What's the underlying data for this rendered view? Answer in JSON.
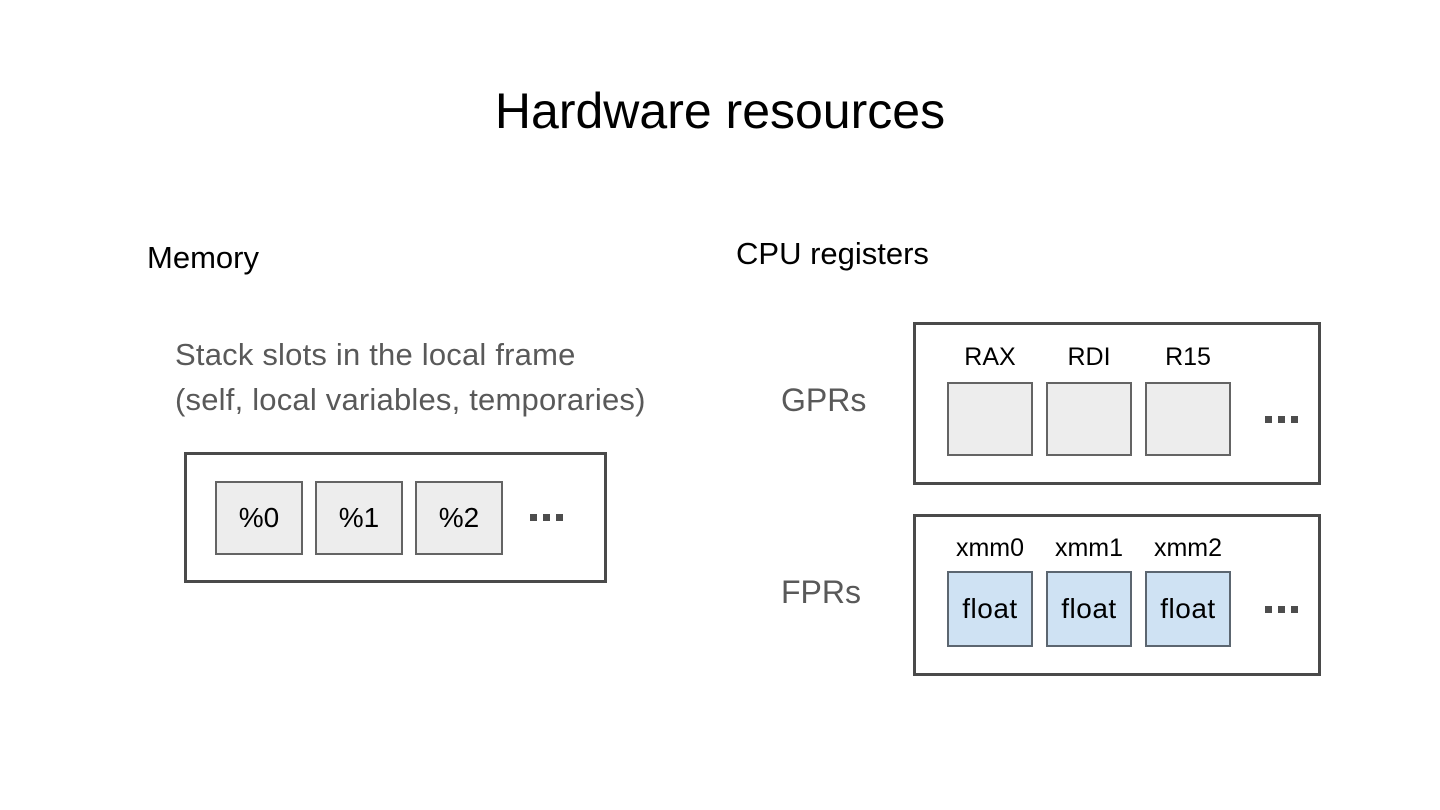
{
  "slide": {
    "title": "Hardware resources"
  },
  "memory": {
    "heading": "Memory",
    "caption": {
      "line1": "Stack slots in the local frame",
      "line2": "(self, local variables, temporaries)"
    },
    "slots": [
      "%0",
      "%1",
      "%2"
    ],
    "ellipsis": "..."
  },
  "cpu": {
    "heading": "CPU registers",
    "gpr": {
      "label": "GPRs",
      "registers": [
        "RAX",
        "RDI",
        "R15"
      ],
      "ellipsis": "..."
    },
    "fpr": {
      "label": "FPRs",
      "registers": [
        "xmm0",
        "xmm1",
        "xmm2"
      ],
      "cell_value": "float",
      "ellipsis": "..."
    }
  },
  "colors": {
    "text_primary": "#000000",
    "text_secondary": "#595959",
    "outer_border": "#4a4a4a",
    "gray_cell_fill": "#ededed",
    "gray_cell_border": "#646464",
    "blue_cell_fill": "#cfe2f3",
    "blue_cell_border": "#5c6670",
    "ellipsis_color": "#4d4d4d"
  }
}
